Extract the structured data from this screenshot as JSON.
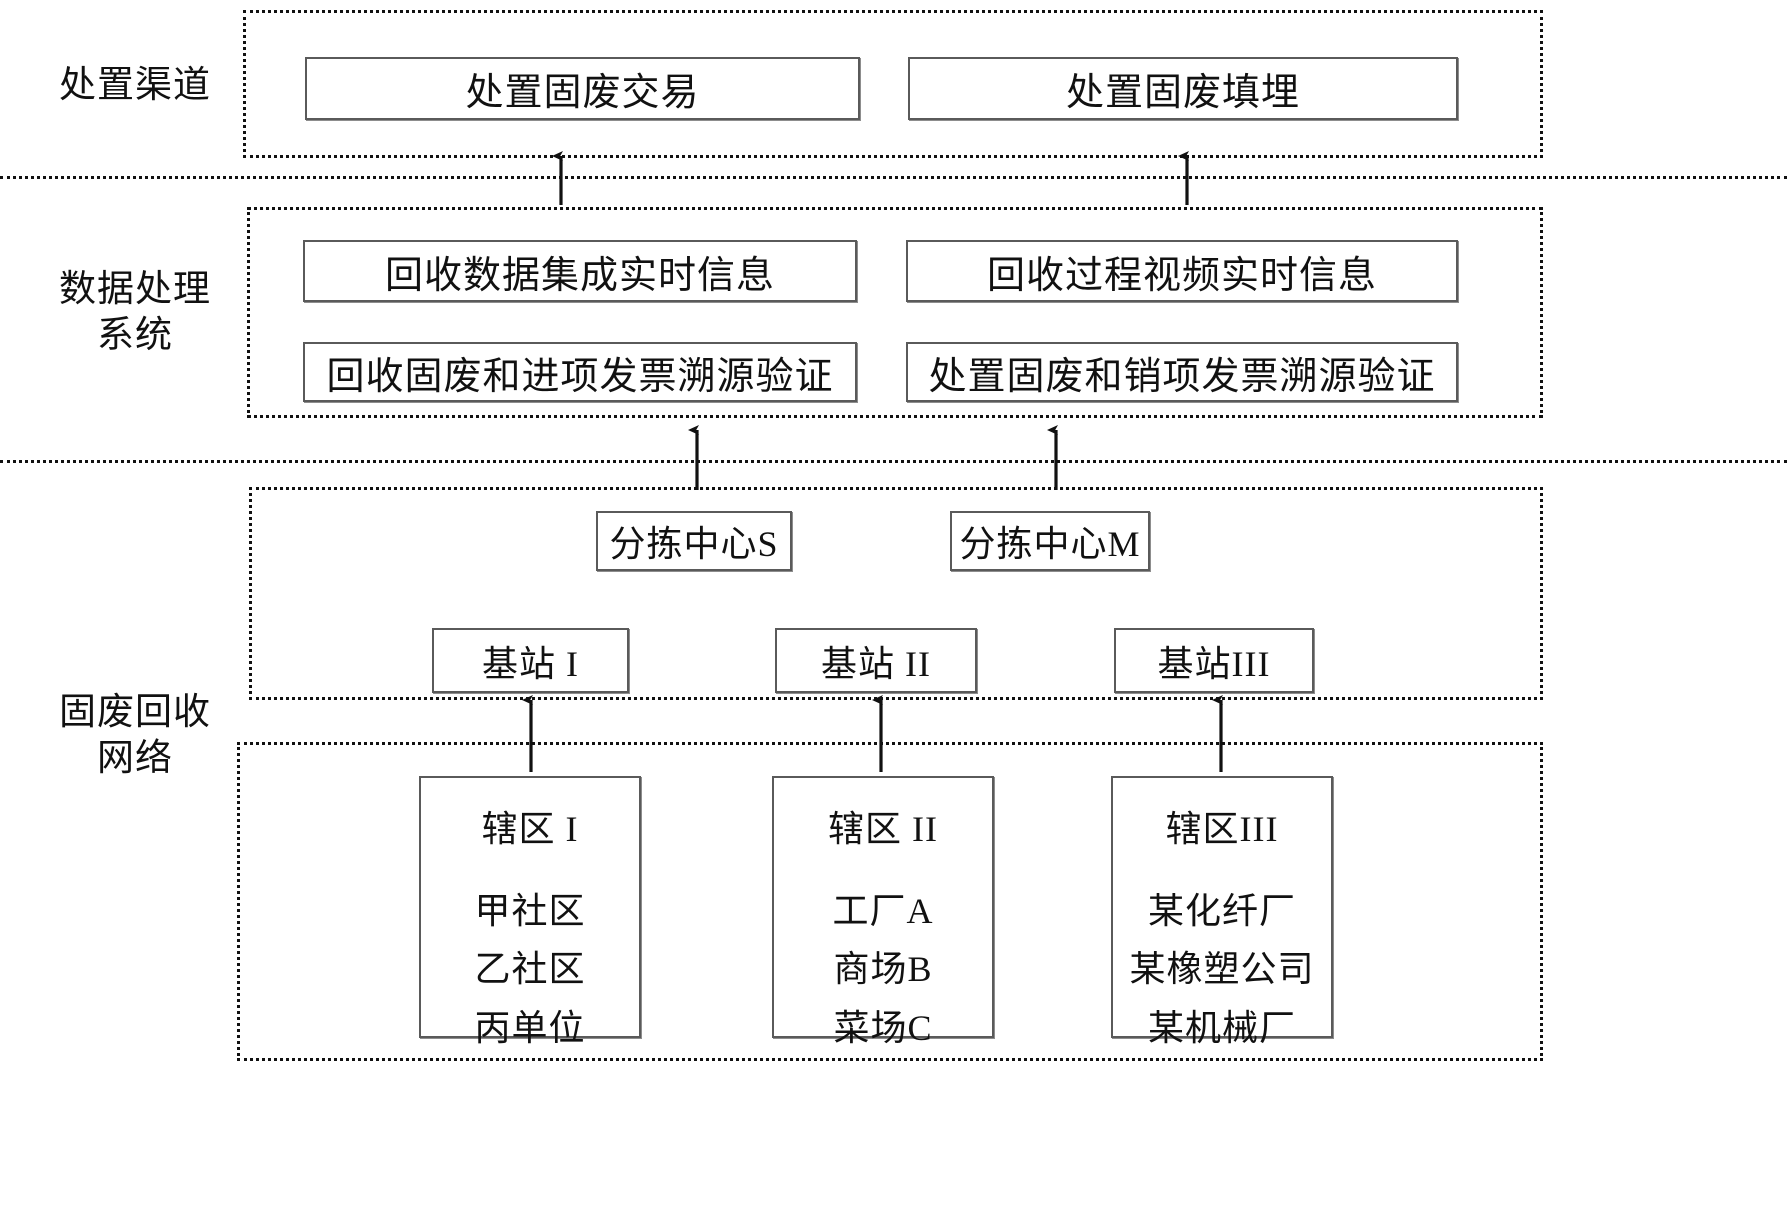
{
  "diagram": {
    "title": "固废回收与处置体系结构图",
    "row_labels": [
      {
        "id": "disposal-channel",
        "text": "处置渠道"
      },
      {
        "id": "data-processing-system",
        "text": "数据处理\n系统"
      },
      {
        "id": "recycling-network",
        "text": "固废回收\n网络"
      }
    ],
    "disposal_channel": {
      "boxes": [
        {
          "id": "disposal-trade",
          "label": "处置固废交易"
        },
        {
          "id": "disposal-landfill",
          "label": "处置固废填埋"
        }
      ]
    },
    "data_processing": {
      "boxes": [
        {
          "id": "recycle-data-realtime",
          "label": "回收数据集成实时信息"
        },
        {
          "id": "recycle-video-realtime",
          "label": "回收过程视频实时信息"
        },
        {
          "id": "recycle-invoice-trace",
          "label": "回收固废和进项发票溯源验证"
        },
        {
          "id": "disposal-invoice-trace",
          "label": "处置固废和销项发票溯源验证"
        }
      ]
    },
    "recycling_network": {
      "sorting_centers": [
        {
          "id": "sorting-center-s",
          "label": "分拣中心S"
        },
        {
          "id": "sorting-center-m",
          "label": "分拣中心M"
        }
      ],
      "base_stations": [
        {
          "id": "base-station-1",
          "label": "基站 I"
        },
        {
          "id": "base-station-2",
          "label": "基站 II"
        },
        {
          "id": "base-station-3",
          "label": "基站III"
        }
      ],
      "districts": [
        {
          "id": "district-1",
          "title": "辖区 I",
          "items": [
            "甲社区",
            "乙社区",
            "丙单位"
          ]
        },
        {
          "id": "district-2",
          "title": "辖区 II",
          "items": [
            "工厂A",
            "商场B",
            "菜场C"
          ]
        },
        {
          "id": "district-3",
          "title": "辖区III",
          "items": [
            "某化纤厂",
            "某橡塑公司",
            "某机械厂"
          ]
        }
      ]
    },
    "arrows": [
      {
        "id": "arrow-sorting-s-to-data",
        "from": "sorting-center-s",
        "to": "data-processing"
      },
      {
        "id": "arrow-sorting-m-to-data",
        "from": "sorting-center-m",
        "to": "data-processing"
      },
      {
        "id": "arrow-data-to-trade",
        "from": "data-processing",
        "to": "disposal-trade"
      },
      {
        "id": "arrow-data-to-landfill",
        "from": "data-processing",
        "to": "disposal-landfill"
      },
      {
        "id": "arrow-district-1-to-base-1",
        "from": "district-1",
        "to": "base-station-1"
      },
      {
        "id": "arrow-district-2-to-base-2",
        "from": "district-2",
        "to": "base-station-2"
      },
      {
        "id": "arrow-district-3-to-base-3",
        "from": "district-3",
        "to": "base-station-3"
      }
    ],
    "colors": {
      "line": "#111111",
      "box_border": "#5a5a5a",
      "background": "#ffffff",
      "text": "#111111"
    }
  }
}
